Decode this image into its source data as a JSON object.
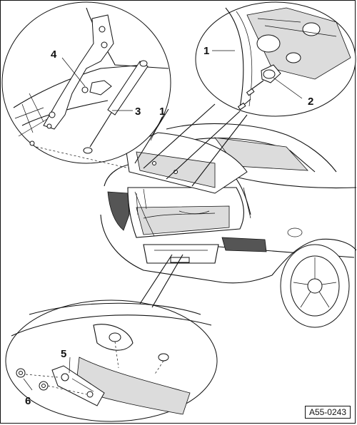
{
  "figure": {
    "callouts": [
      {
        "id": "c1a",
        "label": "1"
      },
      {
        "id": "c2",
        "label": "2"
      },
      {
        "id": "c1b",
        "label": "1"
      },
      {
        "id": "c3",
        "label": "3"
      },
      {
        "id": "c4",
        "label": "4"
      },
      {
        "id": "c5",
        "label": "5"
      },
      {
        "id": "c6",
        "label": "6"
      }
    ],
    "drawing_code": "A55-0243"
  }
}
